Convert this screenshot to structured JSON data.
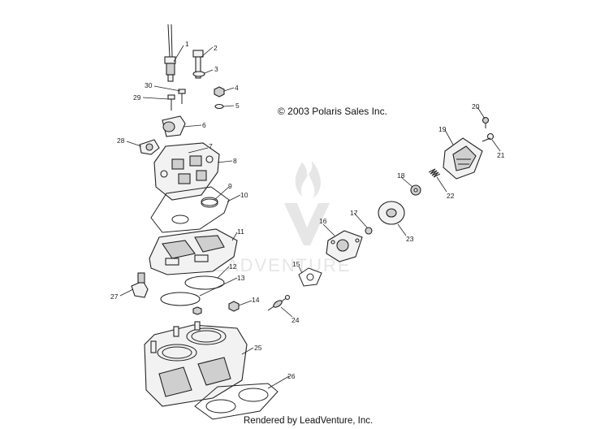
{
  "copyright": "© 2003 Polaris Sales Inc.",
  "footer": "Rendered by LeadVenture, Inc.",
  "watermark": {
    "text": "LEADVENTURE"
  },
  "callouts": [
    "1",
    "2",
    "3",
    "4",
    "5",
    "6",
    "7",
    "8",
    "9",
    "10",
    "11",
    "12",
    "13",
    "14",
    "15",
    "16",
    "17",
    "18",
    "19",
    "20",
    "21",
    "22",
    "23",
    "24",
    "25",
    "26",
    "27",
    "28",
    "29",
    "30"
  ]
}
